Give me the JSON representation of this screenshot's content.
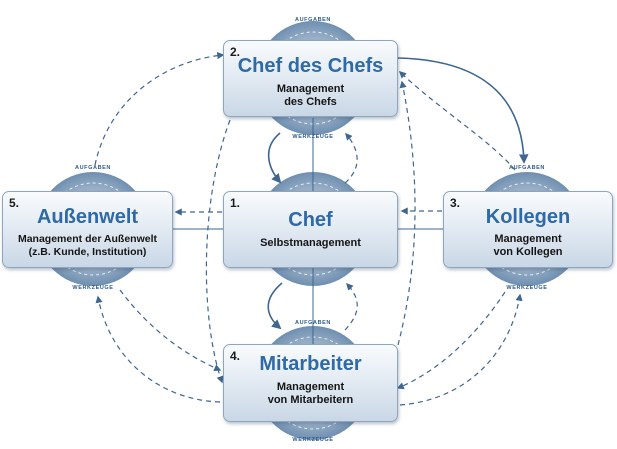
{
  "boxes": {
    "chef_des_chefs": {
      "number": "2.",
      "title": "Chef des Chefs",
      "subtitle": "Management\ndes Chefs"
    },
    "chef": {
      "number": "1.",
      "title": "Chef",
      "subtitle": "Selbstmanagement"
    },
    "kollegen": {
      "number": "3.",
      "title": "Kollegen",
      "subtitle": "Management\nvon Kollegen"
    },
    "aussenwelt": {
      "number": "5.",
      "title": "Außenwelt",
      "subtitle": "Management der Außenwelt\n(z.B. Kunde, Institution)"
    },
    "mitarbeiter": {
      "number": "4.",
      "title": "Mitarbeiter",
      "subtitle": "Management\nvon Mitarbeitern"
    }
  },
  "wheel_labels": {
    "top": "AUFGABEN",
    "bottom": "WERKZEUGE"
  },
  "colors": {
    "accent": "#2f6aa6",
    "arrow": "#3e6690",
    "box_border": "#8ea6bd",
    "wheel": "#7f9cbb"
  }
}
